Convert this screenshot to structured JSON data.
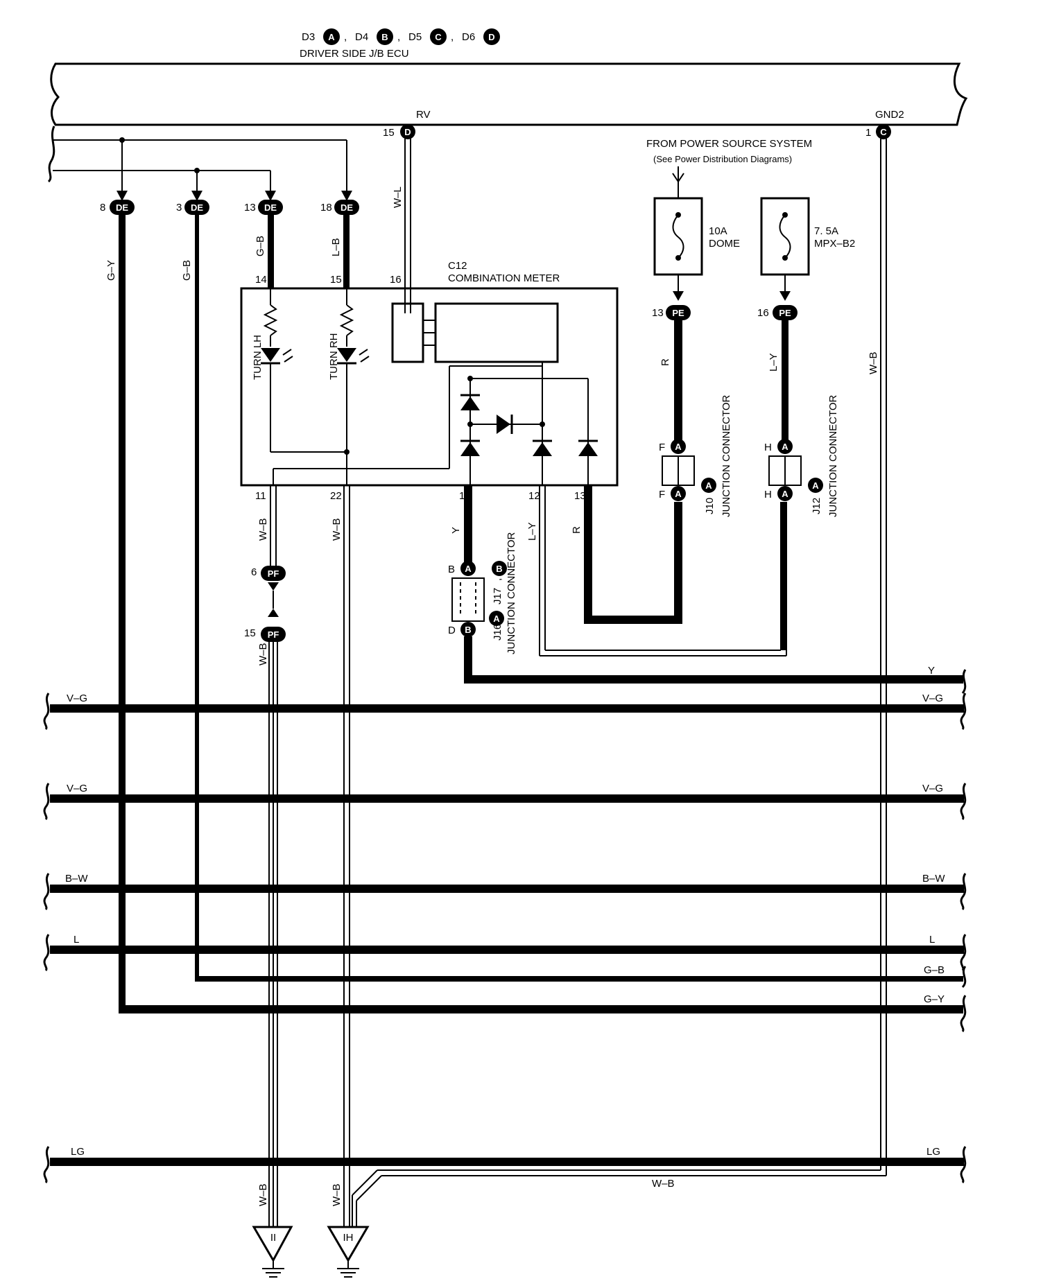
{
  "header": {
    "connectors_prefix": [
      "D3",
      "D4",
      "D5",
      "D6"
    ],
    "connector_letters": [
      "A",
      "B",
      "C",
      "D"
    ],
    "ecu_name": "DRIVER SIDE J/B ECU"
  },
  "pins": {
    "rv": "RV",
    "rv_pin": "15",
    "rv_letter": "D",
    "gnd2": "GND2",
    "gnd2_pin": "1",
    "gnd2_letter": "C",
    "de8": "8",
    "de3": "3",
    "de13": "13",
    "de18": "18",
    "de": "DE",
    "m14": "14",
    "m15": "15",
    "m16": "16",
    "m11": "11",
    "m22": "22",
    "m1": "1",
    "m12": "12",
    "m13": "13",
    "pe13": "13",
    "pe16": "16",
    "pe": "PE",
    "pf6": "6",
    "pf15": "15",
    "pf": "PF"
  },
  "meter": {
    "code": "C12",
    "name": "COMBINATION METER",
    "turn_lh": "TURN LH",
    "turn_rh": "TURN RH"
  },
  "power": {
    "line1": "FROM POWER SOURCE SYSTEM",
    "line2": "(See Power Distribution Diagrams)"
  },
  "fuses": [
    {
      "amp": "10A",
      "name": "DOME"
    },
    {
      "amp": "7. 5A",
      "name": "MPX–B2"
    }
  ],
  "junctions": {
    "j10": "J10",
    "j12": "J12",
    "j16": "J16",
    "j17": "J17",
    "jc": "JUNCTION CONNECTOR",
    "a": "A",
    "b": "B",
    "f": "F",
    "h": "H",
    "d": "D",
    "comma": ","
  },
  "wires": {
    "gy": "G–Y",
    "gb": "G–B",
    "lb": "L–B",
    "wl": "W–L",
    "wb": "W–B",
    "r": "R",
    "ly": "L–Y",
    "y": "Y",
    "vg": "V–G",
    "bw": "B–W",
    "l": "L",
    "lg": "LG"
  },
  "grounds": {
    "ii": "II",
    "ih": "IH"
  }
}
